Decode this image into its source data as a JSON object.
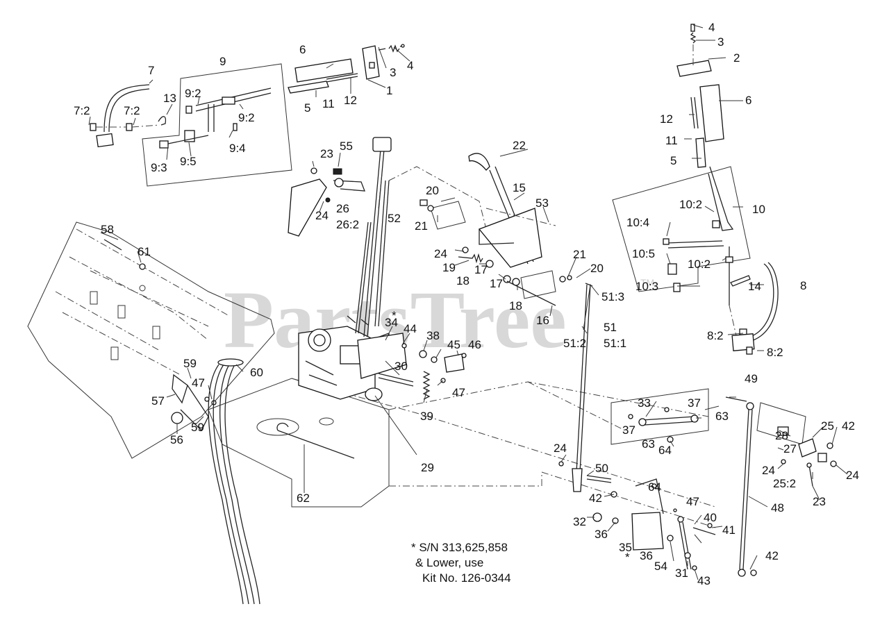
{
  "watermark": {
    "text": "PartsTree",
    "trademark": "TM"
  },
  "footnote": {
    "line1": "* S/N 313,625,858",
    "line2": "& Lower, use",
    "line3": "Kit No. 126-0344"
  },
  "asterisk": "*",
  "callouts": {
    "c1": "1",
    "c2": "2",
    "c3a": "3",
    "c3b": "3",
    "c4a": "4",
    "c4b": "4",
    "c5a": "5",
    "c5b": "5",
    "c6a": "6",
    "c6b": "6",
    "c7": "7",
    "c7_2a": "7:2",
    "c7_2b": "7:2",
    "c8": "8",
    "c8_2a": "8:2",
    "c8_2b": "8:2",
    "c9": "9",
    "c9_2a": "9:2",
    "c9_2b": "9:2",
    "c9_3": "9:3",
    "c9_4": "9:4",
    "c9_5": "9:5",
    "c10": "10",
    "c10_2a": "10:2",
    "c10_2b": "10:2",
    "c10_3": "10:3",
    "c10_4": "10:4",
    "c10_5": "10:5",
    "c11a": "11",
    "c11b": "11",
    "c12a": "12",
    "c12b": "12",
    "c13": "13",
    "c14": "14",
    "c15": "15",
    "c16": "16",
    "c17a": "17",
    "c17b": "17",
    "c18a": "18",
    "c18b": "18",
    "c19": "19",
    "c20a": "20",
    "c20b": "20",
    "c21a": "21",
    "c21b": "21",
    "c22": "22",
    "c23a": "23",
    "c23b": "23",
    "c24a": "24",
    "c24b": "24",
    "c24c": "24",
    "c24d": "24",
    "c24e": "24",
    "c25": "25",
    "c25_2": "25:2",
    "c26": "26",
    "c26_2": "26:2",
    "c27": "27",
    "c28": "28",
    "c29": "29",
    "c30": "30",
    "c31": "31",
    "c32": "32",
    "c33": "33",
    "c34": "34",
    "c35": "35",
    "c36a": "36",
    "c36b": "36",
    "c37a": "37",
    "c37b": "37",
    "c38": "38",
    "c39": "39",
    "c40": "40",
    "c41": "41",
    "c42a": "42",
    "c42b": "42",
    "c42c": "42",
    "c43": "43",
    "c44": "44",
    "c45": "45",
    "c46": "46",
    "c47a": "47",
    "c47b": "47",
    "c47c": "47",
    "c48": "48",
    "c49": "49",
    "c50": "50",
    "c51": "51",
    "c51_1": "51:1",
    "c51_2": "51:2",
    "c51_3": "51:3",
    "c52": "52",
    "c53": "53",
    "c54": "54",
    "c55": "55",
    "c56": "56",
    "c57": "57",
    "c58": "58",
    "c59a": "59",
    "c59b": "59",
    "c60": "60",
    "c61": "61",
    "c62": "62",
    "c63a": "63",
    "c63b": "63",
    "c64a": "64",
    "c64b": "64"
  }
}
